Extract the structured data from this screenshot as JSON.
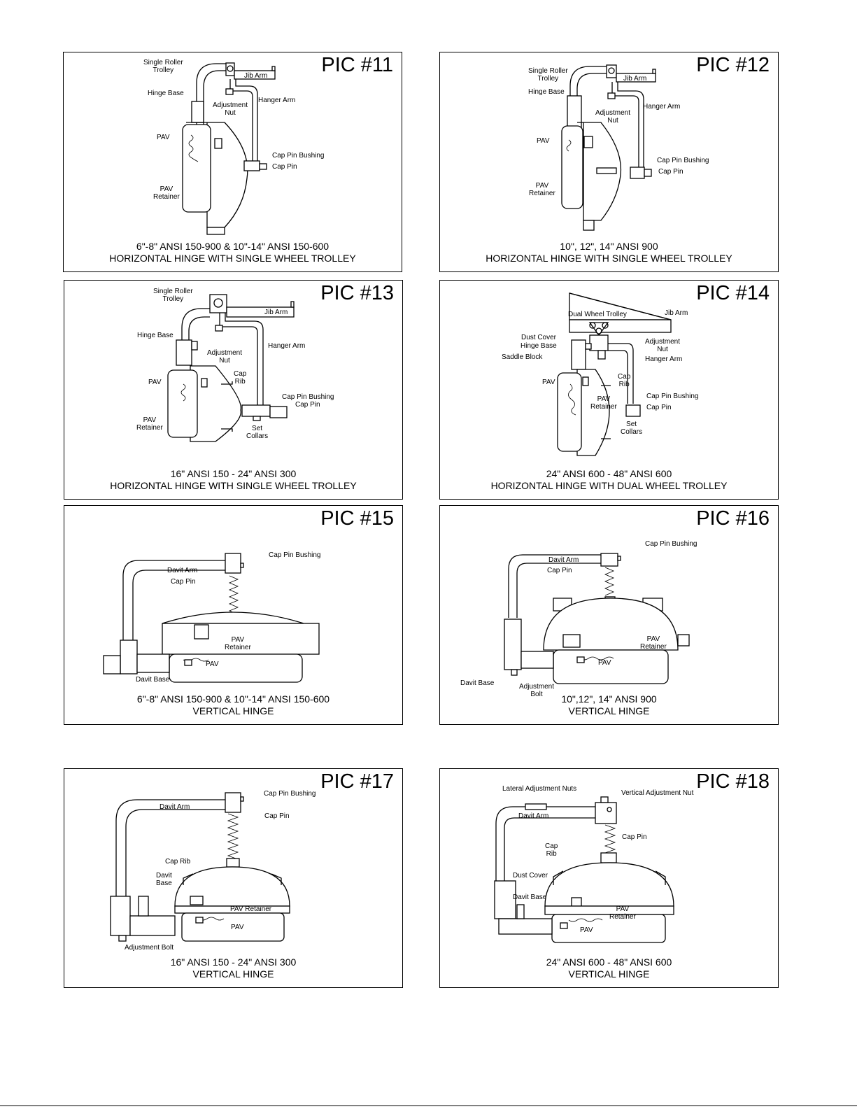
{
  "panels": [
    {
      "title": "PIC #11",
      "caption": [
        "6\"-8\" ANSI 150-900 & 10\"-14\" ANSI 150-600",
        "HORIZONTAL HINGE WITH SINGLE WHEEL TROLLEY"
      ],
      "labels": [
        "Single Roller",
        "Trolley",
        "Jib Arm",
        "Hinge Base",
        "Adjustment",
        "Nut",
        "Hanger Arm",
        "PAV",
        "Cap Pin Bushing",
        "Cap Pin",
        "PAV",
        "Retainer"
      ]
    },
    {
      "title": "PIC #12",
      "caption": [
        "10\", 12\", 14\" ANSI 900",
        "HORIZONTAL HINGE WITH SINGLE WHEEL TROLLEY"
      ],
      "labels": [
        "Single Roller",
        "Trolley",
        "Jib Arm",
        "Hinge Base",
        "Adjustment",
        "Nut",
        "Hanger Arm",
        "PAV",
        "Cap Pin Bushing",
        "Cap Pin",
        "PAV",
        "Retainer"
      ]
    },
    {
      "title": "PIC #13",
      "caption": [
        "16\" ANSI 150 - 24\" ANSI 300",
        "HORIZONTAL HINGE WITH SINGLE WHEEL TROLLEY"
      ],
      "labels": [
        "Single Roller",
        "Trolley",
        "Jib Arm",
        "Hinge Base",
        "Adjustment",
        "Nut",
        "Hanger Arm",
        "Cap",
        "Rib",
        "PAV",
        "Cap Pin Bushing",
        "Cap Pin",
        "PAV",
        "Retainer",
        "Set",
        "Collars"
      ]
    },
    {
      "title": "PIC #14",
      "caption": [
        "24\" ANSI 600 - 48\" ANSI 600",
        "HORIZONTAL HINGE WITH DUAL WHEEL TROLLEY"
      ],
      "labels": [
        "Dual Wheel Trolley",
        "Jib Arm",
        "Dust Cover",
        "Hinge Base",
        "Adjustment",
        "Nut",
        "Saddle Block",
        "Hanger Arm",
        "Cap",
        "Rib",
        "PAV",
        "PAV",
        "Retainer",
        "Cap Pin Bushing",
        "Cap Pin",
        "Set",
        "Collars"
      ]
    },
    {
      "title": "PIC #15",
      "caption": [
        "6\"-8\" ANSI 150-900 & 10\"-14\" ANSI 150-600",
        "VERTICAL HINGE"
      ],
      "labels": [
        "Cap Pin Bushing",
        "Davit Arm",
        "Cap Pin",
        "PAV",
        "Retainer",
        "PAV",
        "Davit Base"
      ]
    },
    {
      "title": "PIC #16",
      "caption": [
        "10\",12\", 14\" ANSI 900",
        "VERTICAL HINGE"
      ],
      "labels": [
        "Cap Pin Bushing",
        "Davit Arm",
        "Cap Pin",
        "PAV",
        "Retainer",
        "PAV",
        "Davit Base",
        "Adjustment",
        "Bolt"
      ]
    },
    {
      "title": "PIC #17",
      "caption": [
        "16\" ANSI 150 - 24\" ANSI 300",
        "VERTICAL HINGE"
      ],
      "labels": [
        "Cap Pin Bushing",
        "Davit Arm",
        "Cap Pin",
        "Cap Rib",
        "Davit",
        "Base",
        "PAV Retainer",
        "PAV",
        "Adjustment Bolt"
      ]
    },
    {
      "title": "PIC #18",
      "caption": [
        "24\" ANSI 600 - 48\" ANSI 600",
        "VERTICAL HINGE"
      ],
      "labels": [
        "Lateral Adjustment Nuts",
        "Vertical Adjustment Nut",
        "Davit Arm",
        "Cap Pin",
        "Cap",
        "Rib",
        "Dust Cover",
        "Davit Base",
        "PAV",
        "Retainer",
        "PAV"
      ]
    }
  ]
}
